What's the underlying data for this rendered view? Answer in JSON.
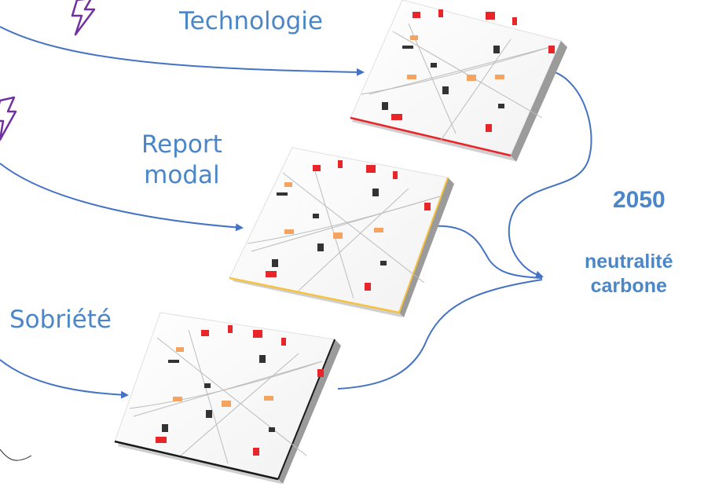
{
  "scenarios": [
    {
      "lines": [
        "Technologie"
      ],
      "accent": "#e8262a",
      "icon": "lightning-icon"
    },
    {
      "lines": [
        "Report",
        "modal"
      ],
      "accent": "#f5c242",
      "icon": "lightning-icon"
    },
    {
      "lines": [
        "Sobriété"
      ],
      "accent": "#1a1a1a",
      "icon": "none"
    }
  ],
  "goal": {
    "year": "2050",
    "line1": "neutralité",
    "line2": "carbone"
  },
  "colors": {
    "label": "#4a86c8",
    "arrow": "#4472c4",
    "lightning": "#7030a0",
    "icon_red": "#e8262a",
    "icon_orange": "#f4a460",
    "icon_dark": "#333333"
  },
  "tile_icons": [
    "plane-icon",
    "ship-icon",
    "wind-turbine-icon",
    "pylon-icon",
    "factory-icon",
    "fuel-pump-icon",
    "car-icon",
    "truck-icon",
    "train-icon",
    "bike-icon",
    "crane-icon",
    "building-icon"
  ]
}
